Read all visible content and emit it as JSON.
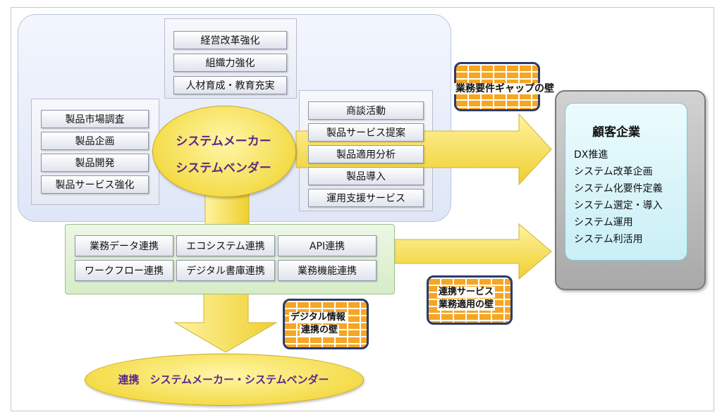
{
  "top_group": {
    "items": [
      "経営改革強化",
      "組織力強化",
      "人材育成・教育充実"
    ]
  },
  "left_group": {
    "items": [
      "製品市場調査",
      "製品企画",
      "製品開発",
      "製品サービス強化"
    ]
  },
  "right_group": {
    "items": [
      "商談活動",
      "製品サービス提案",
      "製品適用分析",
      "製品導入",
      "運用支援サービス"
    ]
  },
  "center": {
    "line1": "システムメーカー",
    "line2": "システムベンダー"
  },
  "integration": {
    "row1": [
      "業務データ連携",
      "エコシステム連携",
      "API連携"
    ],
    "row2": [
      "ワークフロー連携",
      "デジタル書庫連携",
      "業務機能連携"
    ]
  },
  "walls": {
    "requirements_gap": "業務要件ギャップの壁",
    "service_line1": "連携サービス",
    "service_line2": "業務適用の壁",
    "digital_line1": "デジタル情報",
    "digital_line2": "連携の壁"
  },
  "customer": {
    "title": "顧客企業",
    "items": [
      "DX推進",
      "システム改革企画",
      "システム化要件定義",
      "システム選定・導入",
      "システム運用",
      "システム利活用"
    ]
  },
  "bottom_partner": "連携　システムメーカー・システムベンダー",
  "colors": {
    "arrow": "#f4dc4a",
    "wall_brick": "#f5a623",
    "wall_border": "#2a3b6b",
    "purple_text": "#5b2a86"
  }
}
